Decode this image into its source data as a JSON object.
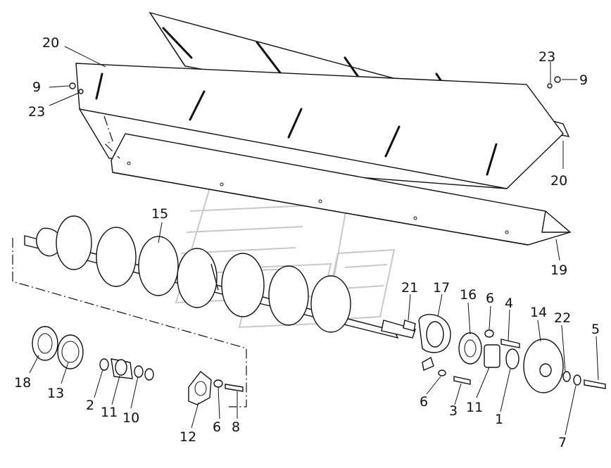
{
  "callouts": [
    {
      "id": "c20a",
      "label": "20"
    },
    {
      "id": "c9a",
      "label": "9"
    },
    {
      "id": "c23a",
      "label": "23"
    },
    {
      "id": "c23b",
      "label": "23"
    },
    {
      "id": "c9b",
      "label": "9"
    },
    {
      "id": "c20b",
      "label": "20"
    },
    {
      "id": "c19",
      "label": "19"
    },
    {
      "id": "c15",
      "label": "15"
    },
    {
      "id": "c21",
      "label": "21"
    },
    {
      "id": "c17",
      "label": "17"
    },
    {
      "id": "c16",
      "label": "16"
    },
    {
      "id": "c6a",
      "label": "6"
    },
    {
      "id": "c4",
      "label": "4"
    },
    {
      "id": "c14",
      "label": "14"
    },
    {
      "id": "c22",
      "label": "22"
    },
    {
      "id": "c5",
      "label": "5"
    },
    {
      "id": "c18",
      "label": "18"
    },
    {
      "id": "c13",
      "label": "13"
    },
    {
      "id": "c2",
      "label": "2"
    },
    {
      "id": "c11a",
      "label": "11"
    },
    {
      "id": "c10",
      "label": "10"
    },
    {
      "id": "c12",
      "label": "12"
    },
    {
      "id": "c6b",
      "label": "6"
    },
    {
      "id": "c8",
      "label": "8"
    },
    {
      "id": "c6c",
      "label": "6"
    },
    {
      "id": "c3",
      "label": "3"
    },
    {
      "id": "c11b",
      "label": "11"
    },
    {
      "id": "c1",
      "label": "1"
    },
    {
      "id": "c7",
      "label": "7"
    }
  ]
}
